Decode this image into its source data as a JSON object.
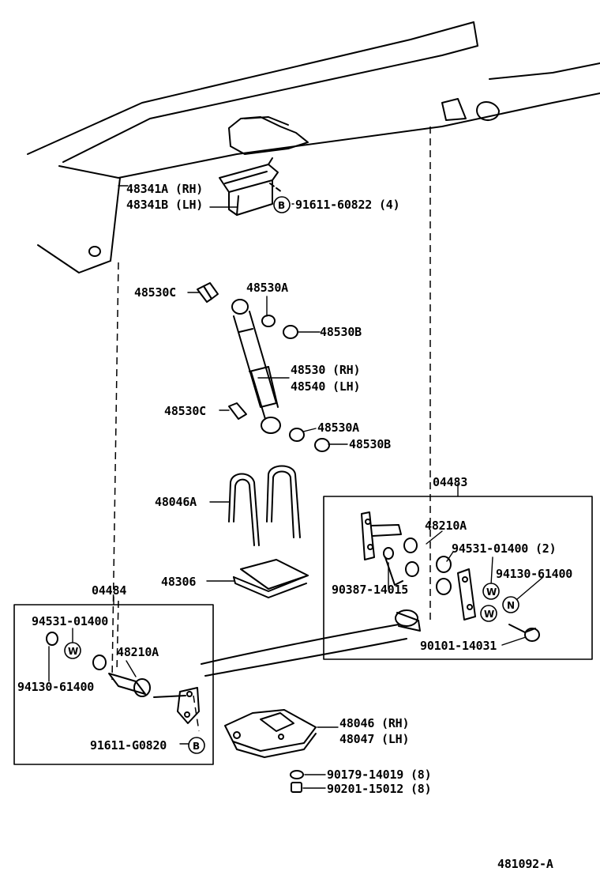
{
  "diagram_id": "481092-A",
  "labels": {
    "bracket_rh": "48341A (RH)",
    "bracket_lh": "48341B (LH)",
    "bolt_top": "91611-60822 (4)",
    "mark_b": "B",
    "bushing_bolt_upper": "48530C",
    "bushing_a_upper": "48530A",
    "bushing_b_upper": "48530B",
    "shock_rh": "48530 (RH)",
    "shock_lh": "48540 (LH)",
    "bushing_bolt_lower": "48530C",
    "bushing_a_lower": "48530A",
    "bushing_b_lower": "48530B",
    "ubolt": "48046A",
    "seat": "48306",
    "kit_right": "04483",
    "bush_right": "48210A",
    "washer_right": "94531-01400 (2)",
    "nut_right": "94130-61400",
    "pin_right": "90387-14015",
    "bolt_right": "90101-14031",
    "mark_w": "W",
    "mark_n": "N",
    "kit_left": "04484",
    "washer_left": "94531-01400",
    "bush_left": "48210A",
    "nut_left": "94130-61400",
    "bolt_left": "91611-G0820",
    "plate_rh": "48046 (RH)",
    "plate_lh": "48047 (LH)",
    "washer_bottom": "90179-14019 (8)",
    "nut_bottom": "90201-15012 (8)"
  }
}
